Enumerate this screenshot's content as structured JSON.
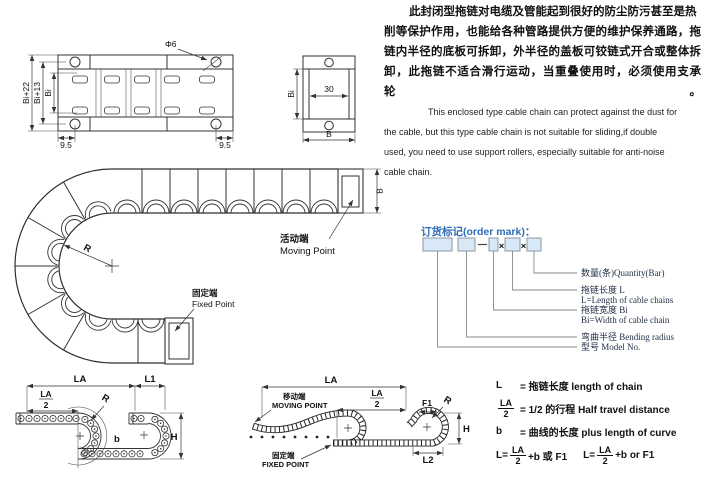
{
  "intro": {
    "zh_lines": [
      "此封闭型拖链对电缆及管能起到很好的防尘防污甚至是热",
      "削等保护作用，也能给各种管路提供方便的维护保养通路，拖",
      "链内半径的底板可拆卸，外半径的盖板可铰链式开合或整体拆",
      "卸，此拖链不适合滑行运动，当重叠使用时，必须使用支承轮。"
    ],
    "en_lines": [
      "This enclosed type cable chain can protect against the dust for",
      "the cable, but this type cable chain is not suitable for sliding,if double",
      "used, you need to use support rollers, especially suitable for anti-noise",
      "cable chain."
    ]
  },
  "plan_view": {
    "phi": "Φ6",
    "bi22": "Bi+22",
    "bi13": "Bi+13",
    "bi": "Bi",
    "off_l": "9.5",
    "off_r": "9.5"
  },
  "section_view": {
    "w30": "30",
    "bi": "Bi",
    "b": "B"
  },
  "chain_drawing": {
    "moving_zh": "活动端",
    "moving_en": "Moving Point",
    "fixed_zh": "固定端",
    "fixed_en": "Fixed Point",
    "r": "R",
    "b": "B"
  },
  "order_mark": {
    "title": "订货标记(order mark)：",
    "dash": "—",
    "times": "×",
    "labels": {
      "quantity": "数量(条)Quantity(Bar)",
      "length": "拖链长度 L",
      "length_en": "L=Length of cable chains",
      "width": "拖链宽度 Bi",
      "width_en": "Bi=Width of cable chain",
      "radius": "弯曲半径 Bending radius",
      "model": "型号 Model No."
    }
  },
  "diagram_left": {
    "la": "LA",
    "l1": "L1",
    "frac_num": "LA",
    "frac_den": "2",
    "r": "R",
    "b": "b",
    "h": "H"
  },
  "diagram_mid": {
    "la": "LA",
    "frac_num": "LA",
    "frac_den": "2",
    "f1": "F1",
    "r": "R",
    "h": "H",
    "l2": "L2",
    "moving_zh": "移动端",
    "moving_en": "MOVING POINT",
    "fixed_zh": "固定端",
    "fixed_en": "FIXED POINT"
  },
  "formulas": {
    "r1_sym": "L",
    "r1_rest": "= 拖链长度  length of chain",
    "r2_num": "LA",
    "r2_den": "2",
    "r2_rest": "= 1/2 的行程  Half travel distance",
    "r3_sym": "b",
    "r3_rest": "= 曲线的长度  plus length of curve",
    "r4a_pre": "L=",
    "r4a_num": "LA",
    "r4a_den": "2",
    "r4a_post": "+b 或 F1",
    "r4b_pre": "L=",
    "r4b_num": "LA",
    "r4b_den": "2",
    "r4b_post": "+b or F1"
  },
  "colors": {
    "accent_blue": "#2e6cb8",
    "box_fill": "#d9e8f6",
    "line": "#333333"
  }
}
